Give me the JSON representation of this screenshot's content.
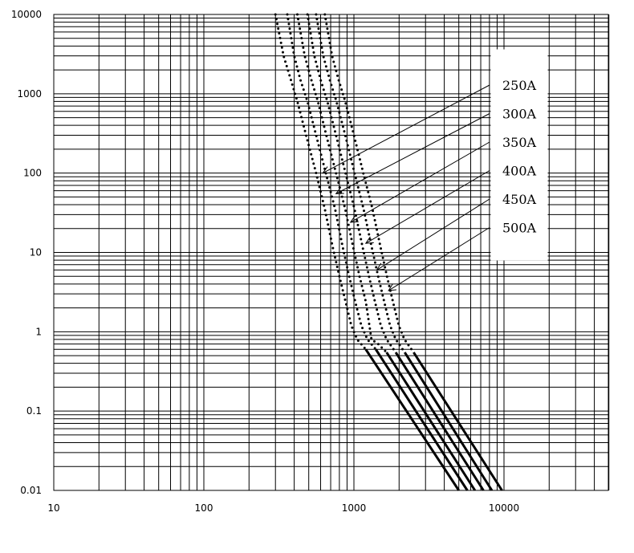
{
  "chart_data": {
    "type": "line",
    "x_scale": "log",
    "y_scale": "log",
    "xlim": [
      10,
      50000
    ],
    "ylim": [
      0.01,
      10000
    ],
    "grid": true,
    "legend_placement": "right",
    "x_tick_labels": [
      "10",
      "100",
      "1000",
      "10000"
    ],
    "y_tick_labels": [
      "0.01",
      "0.1",
      "1",
      "10",
      "100",
      "1000",
      "10000"
    ],
    "series": [
      {
        "name": "250A",
        "dotted": [
          [
            300,
            10000
          ],
          [
            340,
            3000
          ],
          [
            380,
            1500
          ],
          [
            420,
            800
          ],
          [
            480,
            300
          ],
          [
            560,
            100
          ],
          [
            640,
            35
          ],
          [
            720,
            12
          ],
          [
            800,
            5
          ],
          [
            880,
            2.4
          ],
          [
            960,
            1.2
          ],
          [
            1050,
            0.8
          ],
          [
            1200,
            0.6
          ]
        ],
        "solid": [
          [
            1200,
            0.6
          ],
          [
            5000,
            0.01
          ]
        ],
        "arrow_target": [
          620,
          100
        ]
      },
      {
        "name": "300A",
        "dotted": [
          [
            360,
            10000
          ],
          [
            400,
            3000
          ],
          [
            440,
            1500
          ],
          [
            490,
            800
          ],
          [
            560,
            300
          ],
          [
            650,
            100
          ],
          [
            750,
            35
          ],
          [
            840,
            12
          ],
          [
            930,
            5
          ],
          [
            1020,
            2.4
          ],
          [
            1120,
            1.2
          ],
          [
            1230,
            0.8
          ],
          [
            1400,
            0.6
          ]
        ],
        "solid": [
          [
            1400,
            0.6
          ],
          [
            5700,
            0.01
          ]
        ],
        "arrow_target": [
          760,
          55
        ]
      },
      {
        "name": "350A",
        "dotted": [
          [
            420,
            10000
          ],
          [
            470,
            3000
          ],
          [
            520,
            1500
          ],
          [
            575,
            800
          ],
          [
            655,
            300
          ],
          [
            760,
            100
          ],
          [
            875,
            35
          ],
          [
            985,
            12
          ],
          [
            1090,
            5
          ],
          [
            1200,
            2.4
          ],
          [
            1310,
            0.8
          ],
          [
            1450,
            0.7
          ],
          [
            1650,
            0.55
          ]
        ],
        "solid": [
          [
            1650,
            0.55
          ],
          [
            6400,
            0.01
          ]
        ],
        "arrow_target": [
          950,
          24
        ]
      },
      {
        "name": "400A",
        "dotted": [
          [
            490,
            10000
          ],
          [
            545,
            3000
          ],
          [
            600,
            1500
          ],
          [
            665,
            800
          ],
          [
            760,
            300
          ],
          [
            880,
            100
          ],
          [
            1010,
            35
          ],
          [
            1140,
            12
          ],
          [
            1260,
            5
          ],
          [
            1380,
            2.4
          ],
          [
            1510,
            1.2
          ],
          [
            1650,
            0.8
          ],
          [
            1900,
            0.55
          ]
        ],
        "solid": [
          [
            1900,
            0.55
          ],
          [
            7300,
            0.01
          ]
        ],
        "arrow_target": [
          1200,
          13
        ]
      },
      {
        "name": "450A",
        "dotted": [
          [
            560,
            10000
          ],
          [
            625,
            3000
          ],
          [
            690,
            1500
          ],
          [
            765,
            800
          ],
          [
            875,
            300
          ],
          [
            1010,
            100
          ],
          [
            1160,
            35
          ],
          [
            1310,
            12
          ],
          [
            1450,
            5
          ],
          [
            1590,
            2.4
          ],
          [
            1740,
            1.2
          ],
          [
            1900,
            0.8
          ],
          [
            2180,
            0.55
          ]
        ],
        "solid": [
          [
            2180,
            0.55
          ],
          [
            8300,
            0.01
          ]
        ],
        "arrow_target": [
          1420,
          6
        ]
      },
      {
        "name": "500A",
        "dotted": [
          [
            640,
            10000
          ],
          [
            715,
            3000
          ],
          [
            790,
            1500
          ],
          [
            875,
            800
          ],
          [
            1000,
            300
          ],
          [
            1155,
            100
          ],
          [
            1330,
            35
          ],
          [
            1500,
            12
          ],
          [
            1660,
            5
          ],
          [
            1820,
            2.4
          ],
          [
            1990,
            1.2
          ],
          [
            2170,
            0.8
          ],
          [
            2500,
            0.55
          ]
        ],
        "solid": [
          [
            2500,
            0.55
          ],
          [
            9700,
            0.01
          ]
        ],
        "arrow_target": [
          1700,
          3.3
        ]
      }
    ]
  }
}
